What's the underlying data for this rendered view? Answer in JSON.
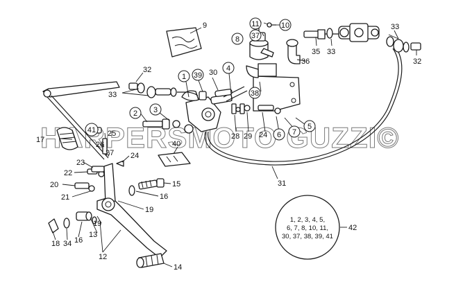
{
  "watermark": "HARPERSMOTO GUZZI©",
  "callouts": {
    "n1": "1",
    "n2": "2",
    "n3": "3",
    "n4": "4",
    "n5": "5",
    "n6": "6",
    "n7": "7",
    "n8": "8",
    "n9": "9",
    "n10": "10",
    "n11": "11",
    "n12": "12",
    "n13": "13",
    "n14": "14",
    "n15": "15",
    "n16a": "16",
    "n16b": "16",
    "n17": "17",
    "n18": "18",
    "n19a": "19",
    "n19b": "19",
    "n20": "20",
    "n21": "21",
    "n22": "22",
    "n23": "23",
    "n24a": "24",
    "n24b": "24",
    "n25": "25",
    "n26": "26",
    "n27": "27",
    "n28": "28",
    "n29": "29",
    "n30": "30",
    "n31": "31",
    "n32a": "32",
    "n32b": "32",
    "n33a": "33",
    "n33b": "33",
    "n34": "34",
    "n35": "35",
    "n36": "36",
    "n37": "37",
    "n38": "38",
    "n39": "39",
    "n40": "40",
    "n41": "41",
    "n42": "42"
  },
  "kit": {
    "line1": "1, 2, 3, 4, 5,",
    "line2": "6, 7, 8, 10, 11,",
    "line3": "30, 37, 38, 39, 41"
  }
}
